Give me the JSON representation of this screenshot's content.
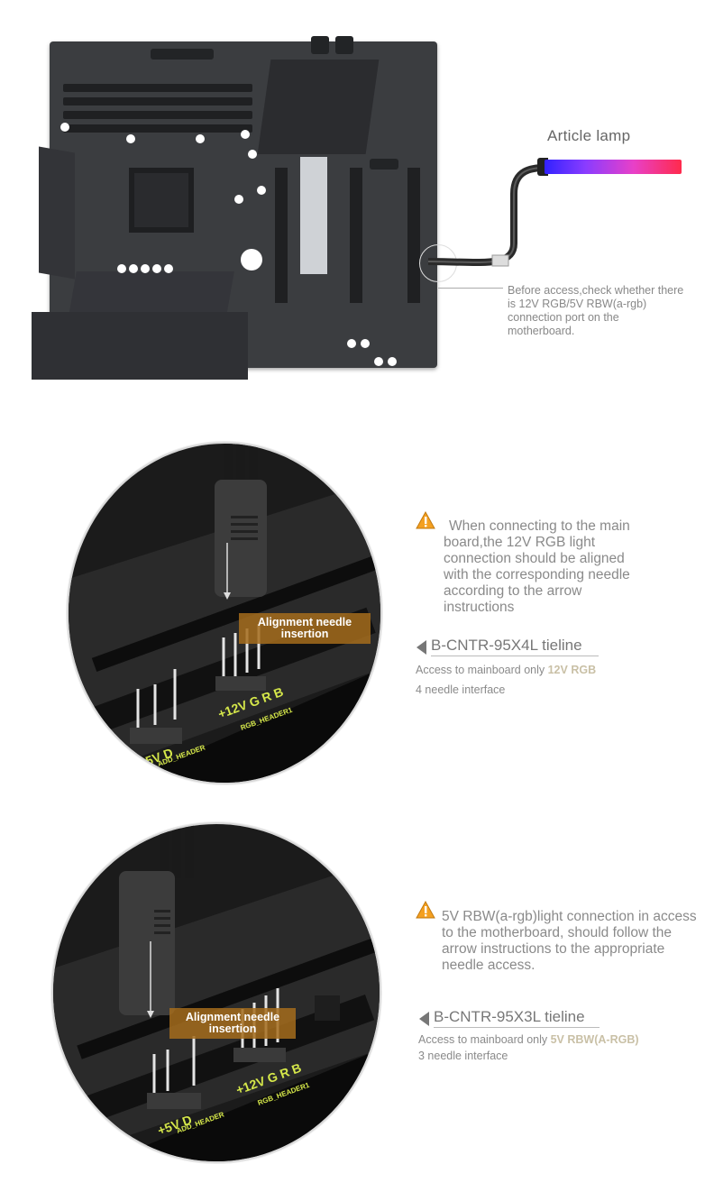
{
  "top": {
    "lamp_label": "Article lamp",
    "hint": "Before access,check whether there is 12V RGB/5V RBW(a-rgb) connection port on the motherboard."
  },
  "section1": {
    "warning": "When connecting to the main board,the 12V RGB light connection should be aligned with the corresponding needle according to the arrow instructions",
    "tieline_title": "B-CNTR-95X4L tieline",
    "access_prefix": "Access to mainboard only ",
    "access_accent": "12V RGB",
    "interface": "4 needle interface",
    "align_label": "Alignment needle insertion",
    "header_label": "+12V G R B",
    "header_sub": "RGB_HEADER1",
    "left_label": "+5V D",
    "left_sub": "ADD_HEADER"
  },
  "section2": {
    "warning": "5V RBW(a-rgb)light connection in access to the motherboard, should follow the arrow instructions to the appropriate needle access.",
    "tieline_title": "B-CNTR-95X3L tieline",
    "access_prefix": "Access to mainboard only ",
    "access_accent": "5V RBW(A-RGB)",
    "interface": "3 needle interface",
    "align_label": "Alignment needle insertion",
    "header_label": "+12V G R B",
    "header_sub": "RGB_HEADER1",
    "left_label": "+5V D",
    "left_sub": "ADD_HEADER"
  },
  "colors": {
    "accent": "#c9c0a6",
    "warning": "#f4a020",
    "pcb_label": "#d6e84a"
  }
}
